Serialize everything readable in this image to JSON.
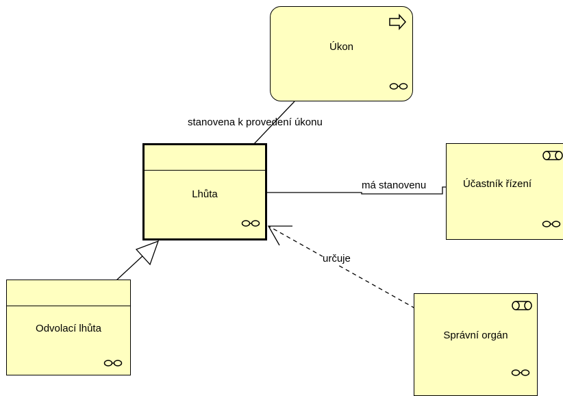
{
  "diagram": {
    "nodes": {
      "ukon": {
        "name": "Úkon",
        "kind": "process",
        "icons": [
          "arrow-process-icon",
          "link-icon"
        ]
      },
      "lhuta": {
        "name": "Lhůta",
        "kind": "class",
        "icons": [
          "link-icon"
        ]
      },
      "ucastnik": {
        "name": "Účastník řízení",
        "kind": "role",
        "icons": [
          "role-cylinder-icon",
          "link-icon"
        ]
      },
      "odvolaci": {
        "name": "Odvolací lhůta",
        "kind": "class",
        "icons": [
          "link-icon"
        ]
      },
      "spravni": {
        "name": "Správní orgán",
        "kind": "role",
        "icons": [
          "role-cylinder-icon",
          "link-icon"
        ]
      }
    },
    "edges": {
      "stanovena": {
        "label": "stanovena k provedení úkonu",
        "style": "solid",
        "from": "Lhůta",
        "to": "Úkon"
      },
      "ma_stanovenu": {
        "label": "má stanovenu",
        "style": "solid",
        "from": "Lhůta",
        "to": "Účastník řízení"
      },
      "urcuje": {
        "label": "určuje",
        "style": "dashed",
        "from": "Správní orgán",
        "to": "Lhůta"
      },
      "generalization": {
        "label": "",
        "style": "generalization",
        "from": "Odvolací lhůta",
        "to": "Lhůta"
      }
    },
    "colors": {
      "node_fill": "#ffffc0",
      "stroke": "#000000"
    }
  }
}
